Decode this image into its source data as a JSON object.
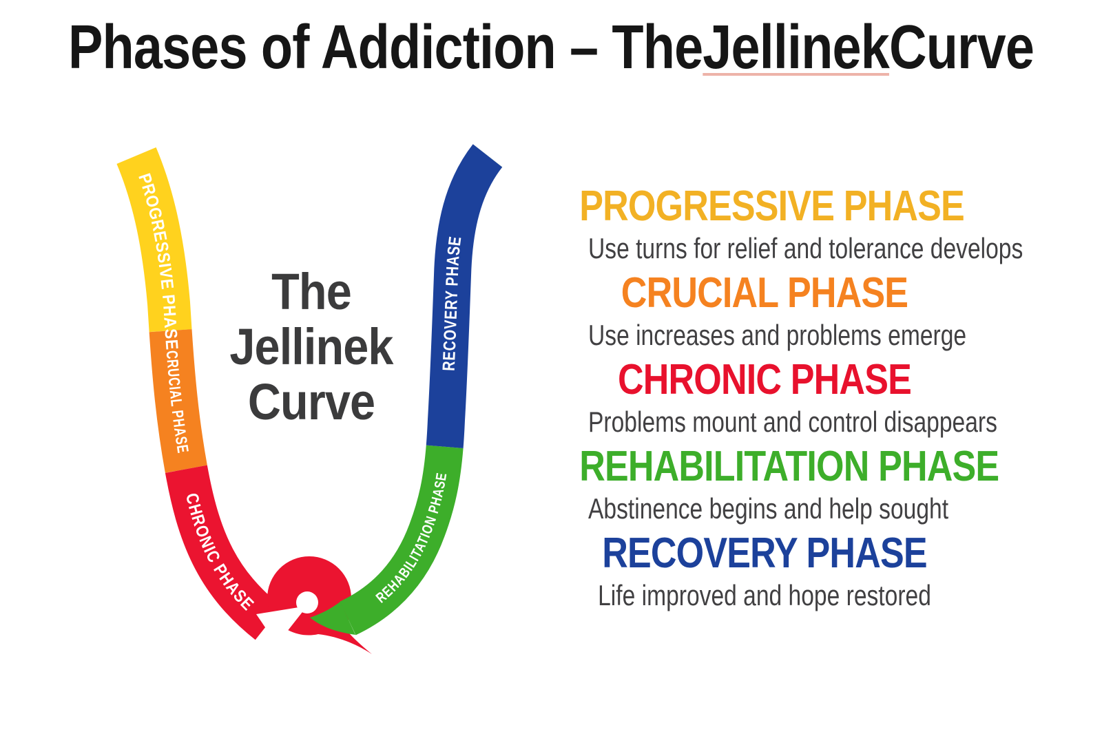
{
  "title": {
    "part1": "Phases of Addiction – The ",
    "underlined": "Jellinek",
    "part3": " Curve"
  },
  "center_label": {
    "line1": "The",
    "line2": "Jellinek",
    "line3": "Curve"
  },
  "curve_labels": {
    "progressive": "PROGRESSIVE PHASE",
    "crucial": "CRUCIAL PHASE",
    "chronic": "CHRONIC PHASE",
    "rehabilitation": "REHABILITATION PHASE",
    "recovery": "RECOVERY PHASE"
  },
  "curve_colors": {
    "yellow": "#FFD21E",
    "orange": "#F58220",
    "red": "#EB1430",
    "green": "#3DAE2A",
    "blue": "#1C419B"
  },
  "accents": {
    "title_color": "#161616",
    "center_label_color": "#3B3B3C",
    "description_color": "#414042",
    "underline_color": "#EDB3A9",
    "label_text_color": "#FFFFFF",
    "background": "#FFFFFF"
  },
  "phases": [
    {
      "name": "PROGRESSIVE PHASE",
      "description": "Use turns for relief and tolerance develops",
      "color": "#F2B124"
    },
    {
      "name": "CRUCIAL PHASE",
      "description": "Use increases and problems emerge",
      "color": "#F58220"
    },
    {
      "name": "CHRONIC PHASE",
      "description": "Problems mount and control disappears",
      "color": "#E8112D"
    },
    {
      "name": "REHABILITATION PHASE",
      "description": "Abstinence begins and help sought",
      "color": "#3DAE2A"
    },
    {
      "name": "RECOVERY PHASE",
      "description": "Life improved and hope restored",
      "color": "#1C419B"
    }
  ]
}
